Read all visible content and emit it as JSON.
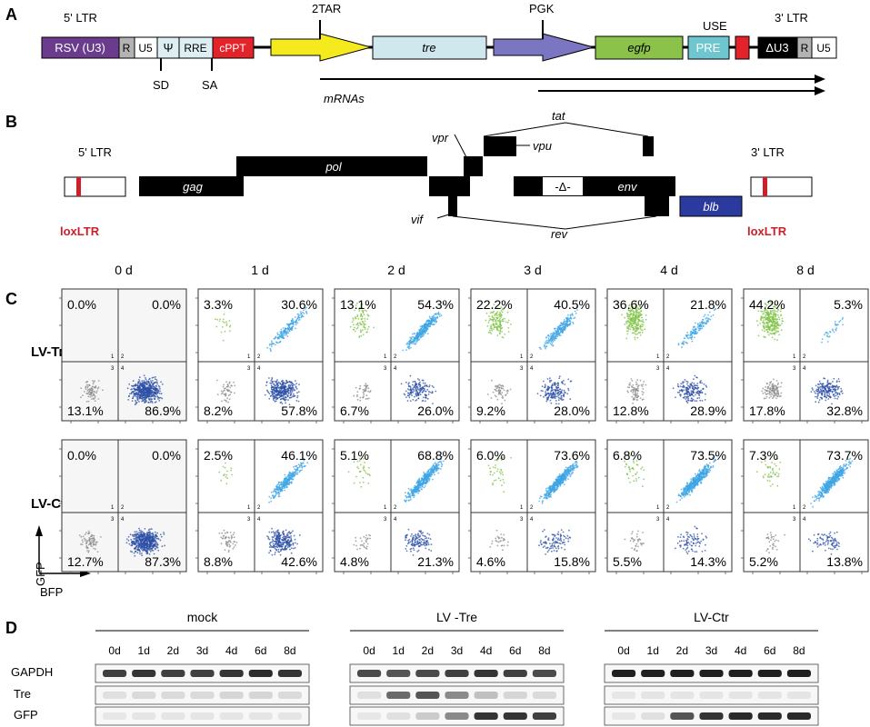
{
  "panel_a": {
    "letter": "A",
    "ltr5_label": "5' LTR",
    "ltr3_label": "3' LTR",
    "tar_label": "2TAR",
    "pgk_label": "PGK",
    "use_label": "USE",
    "sd_label": "SD",
    "sa_label": "SA",
    "mrnas_label": "mRNAs",
    "boxes": [
      {
        "label": "RSV (U3)",
        "color": "#6b3b8e"
      },
      {
        "label": "R",
        "color": "#b3b3b3"
      },
      {
        "label": "U5",
        "color": "#ffffff"
      },
      {
        "label": "Ψ",
        "color": "#ddeff3"
      },
      {
        "label": "RRE",
        "color": "#ddeff3"
      },
      {
        "label": "cPPT",
        "color": "#e2232a"
      },
      {
        "label": "tre",
        "color": "#cfe8ee"
      },
      {
        "label": "egfp",
        "color": "#8bc34a"
      },
      {
        "label": "PRE",
        "color": "#6ec6cf"
      },
      {
        "label": "ΔU3",
        "color": "#000000"
      },
      {
        "label": "R",
        "color": "#b3b3b3"
      },
      {
        "label": "U5",
        "color": "#ffffff"
      }
    ],
    "arrow_colors": {
      "tar": "#f4ea1e",
      "pgk": "#7a76c2",
      "use": "#e2232a"
    }
  },
  "panel_b": {
    "letter": "B",
    "ltr5_label": "5' LTR",
    "ltr3_label": "3' LTR",
    "loxltr_left": "loxLTR",
    "loxltr_right": "loxLTR",
    "genes": {
      "gag": "gag",
      "pol": "pol",
      "vpr": "vpr",
      "vpu": "vpu",
      "tat": "tat",
      "vif": "vif",
      "rev": "rev",
      "env": "env",
      "delta": "-Δ-",
      "blb": "blb"
    },
    "colors": {
      "lox": "#cc1f2a",
      "blb": "#2b3a9e"
    }
  },
  "panel_c": {
    "letter": "C",
    "days": [
      "0 d",
      "1 d",
      "2 d",
      "3 d",
      "4 d",
      "8 d"
    ],
    "rows": [
      {
        "label": "LV-Tre",
        "plots": [
          {
            "ul": "0.0%",
            "ur": "0.0%",
            "ll": "13.1%",
            "lr": "86.9%"
          },
          {
            "ul": "3.3%",
            "ur": "30.6%",
            "ll": "8.2%",
            "lr": "57.8%"
          },
          {
            "ul": "13.1%",
            "ur": "54.3%",
            "ll": "6.7%",
            "lr": "26.0%"
          },
          {
            "ul": "22.2%",
            "ur": "40.5%",
            "ll": "9.2%",
            "lr": "28.0%"
          },
          {
            "ul": "36.6%",
            "ur": "21.8%",
            "ll": "12.8%",
            "lr": "28.9%"
          },
          {
            "ul": "44.2%",
            "ur": "5.3%",
            "ll": "17.8%",
            "lr": "32.8%"
          }
        ]
      },
      {
        "label": "LV-Ctr",
        "plots": [
          {
            "ul": "0.0%",
            "ur": "0.0%",
            "ll": "12.7%",
            "lr": "87.3%"
          },
          {
            "ul": "2.5%",
            "ur": "46.1%",
            "ll": "8.8%",
            "lr": "42.6%"
          },
          {
            "ul": "5.1%",
            "ur": "68.8%",
            "ll": "4.8%",
            "lr": "21.3%"
          },
          {
            "ul": "6.0%",
            "ur": "73.6%",
            "ll": "4.6%",
            "lr": "15.8%"
          },
          {
            "ul": "6.8%",
            "ur": "73.5%",
            "ll": "5.5%",
            "lr": "14.3%"
          },
          {
            "ul": "7.3%",
            "ur": "73.7%",
            "ll": "5.2%",
            "lr": "13.8%"
          }
        ]
      }
    ],
    "quad_numbers": [
      "1",
      "2",
      "3",
      "4"
    ],
    "y_axis_label": "GFP",
    "x_axis_label": "BFP",
    "colors": {
      "green": "#7cc142",
      "lightblue": "#3ea6e4",
      "darkblue": "#2c4fa6",
      "gray": "#8a8a8a"
    }
  },
  "panel_d": {
    "letter": "D",
    "groups": [
      {
        "label": "mock",
        "lanes": [
          "0d",
          "1d",
          "2d",
          "3d",
          "4d",
          "6d",
          "8d"
        ]
      },
      {
        "label": "LV -Tre",
        "lanes": [
          "0d",
          "1d",
          "2d",
          "3d",
          "4d",
          "6d",
          "8d"
        ]
      },
      {
        "label": "LV-Ctr",
        "lanes": [
          "0d",
          "1d",
          "2d",
          "3d",
          "4d",
          "6d",
          "8d"
        ]
      }
    ],
    "rows": [
      "GAPDH",
      "Tre",
      "GFP"
    ],
    "intensity": {
      "GAPDH": [
        [
          0.8,
          0.85,
          0.8,
          0.8,
          0.85,
          0.9,
          0.85
        ],
        [
          0.75,
          0.7,
          0.75,
          0.8,
          0.85,
          0.8,
          0.75
        ],
        [
          0.95,
          0.95,
          0.95,
          0.95,
          0.95,
          0.95,
          0.95
        ]
      ],
      "Tre": [
        [
          0.05,
          0.08,
          0.08,
          0.08,
          0.1,
          0.1,
          0.08
        ],
        [
          0.05,
          0.6,
          0.7,
          0.45,
          0.2,
          0.1,
          0.08
        ],
        [
          0.02,
          0.03,
          0.03,
          0.03,
          0.03,
          0.03,
          0.03
        ]
      ],
      "GFP": [
        [
          0.02,
          0.03,
          0.03,
          0.03,
          0.03,
          0.03,
          0.03
        ],
        [
          0.02,
          0.05,
          0.15,
          0.45,
          0.85,
          0.85,
          0.8
        ],
        [
          0.02,
          0.05,
          0.7,
          0.85,
          0.9,
          0.9,
          0.9
        ]
      ]
    }
  }
}
